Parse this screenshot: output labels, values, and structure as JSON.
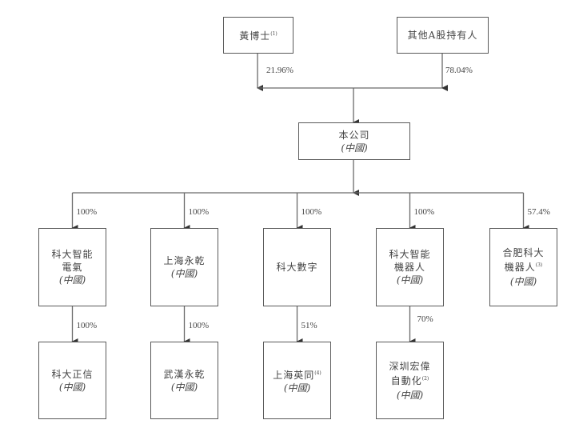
{
  "diagram": {
    "type": "shareholding-structure",
    "shareholders": [
      {
        "id": "dr-huang",
        "name": "黃博士",
        "note": "(1)",
        "stake": "21.96%"
      },
      {
        "id": "other-a-holders",
        "name": "其他A股持有人",
        "note": "",
        "stake": "78.04%"
      }
    ],
    "company": {
      "name": "本公司",
      "region": "(中國)"
    },
    "subsidiaries": [
      {
        "id": "keda-electric",
        "lines": [
          "科大智能",
          "電氣"
        ],
        "note": "",
        "region": "(中國)",
        "stake": "100%",
        "child": {
          "lines": [
            "科大正信"
          ],
          "note": "",
          "region": "(中國)",
          "stake": "100%"
        }
      },
      {
        "id": "shanghai-yongqian",
        "lines": [
          "上海永乾"
        ],
        "note": "",
        "region": "(中國)",
        "stake": "100%",
        "child": {
          "lines": [
            "武漢永乾"
          ],
          "note": "",
          "region": "(中國)",
          "stake": "100%"
        }
      },
      {
        "id": "keda-digital",
        "lines": [
          "科大數字"
        ],
        "note": "",
        "region": "",
        "stake": "100%",
        "child": {
          "lines": [
            "上海英同"
          ],
          "note": "(4)",
          "region": "(中國)",
          "stake": "51%"
        }
      },
      {
        "id": "keda-robot",
        "lines": [
          "科大智能",
          "機器人"
        ],
        "note": "",
        "region": "(中國)",
        "stake": "100%",
        "child": {
          "lines": [
            "深圳宏偉",
            "自動化"
          ],
          "note": "(2)",
          "region": "(中國)",
          "stake": "70%"
        }
      },
      {
        "id": "hefei-robot",
        "lines": [
          "合肥科大",
          "機器人"
        ],
        "note": "(3)",
        "region": "(中國)",
        "stake": "57.4%",
        "child": null
      }
    ],
    "colors": {
      "line": "#5a5a5a",
      "text": "#444444"
    }
  }
}
